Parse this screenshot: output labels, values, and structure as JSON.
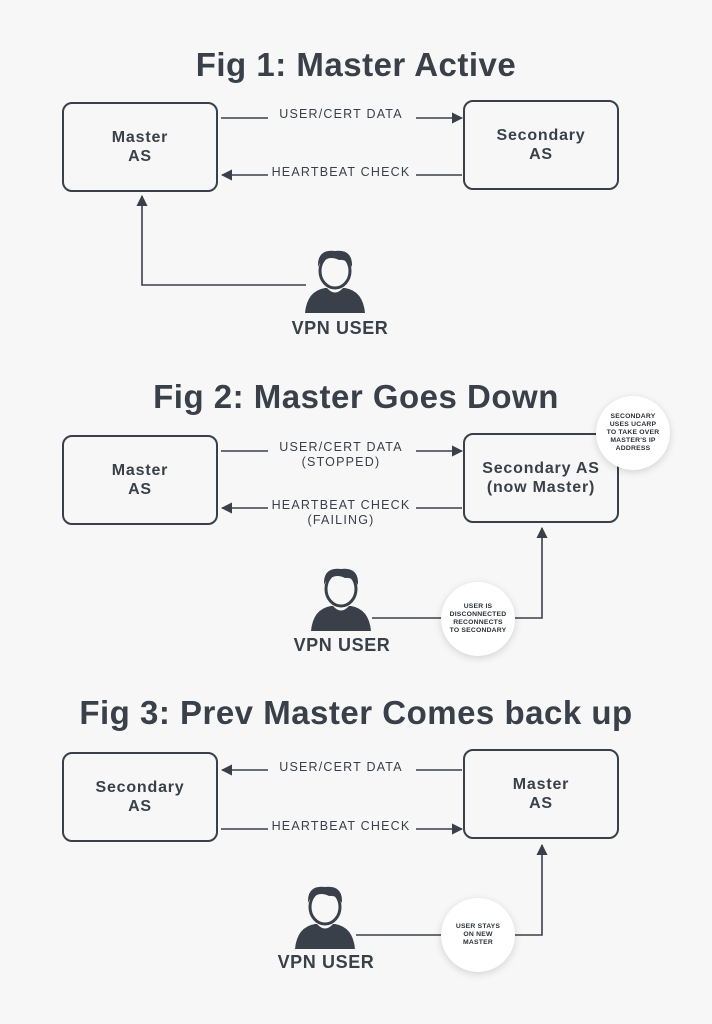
{
  "fig1": {
    "title": "Fig 1: Master Active",
    "left_node": "Master\nAS",
    "right_node": "Secondary\nAS",
    "top_edge": "USER/CERT DATA",
    "bottom_edge": "HEARTBEAT CHECK",
    "user_label": "VPN USER"
  },
  "fig2": {
    "title": "Fig 2: Master Goes Down",
    "left_node": "Master\nAS",
    "right_node": "Secondary AS\n(now Master)",
    "top_edge": "USER/CERT DATA\n(STOPPED)",
    "bottom_edge": "HEARTBEAT CHECK\n(FAILING)",
    "user_label": "VPN USER",
    "note_top": "Secondary\nuses UCARP\nto take over\nmaster's IP\naddress",
    "note_user": "User is\ndisconnected\nreconnects\nto secondary"
  },
  "fig3": {
    "title": "Fig 3: Prev Master Comes back up",
    "left_node": "Secondary\nAS",
    "right_node": "Master\nAS",
    "top_edge": "USER/CERT DATA",
    "bottom_edge": "HEARTBEAT CHECK",
    "user_label": "VPN USER",
    "note_user": "User stays\non new\nmaster"
  }
}
